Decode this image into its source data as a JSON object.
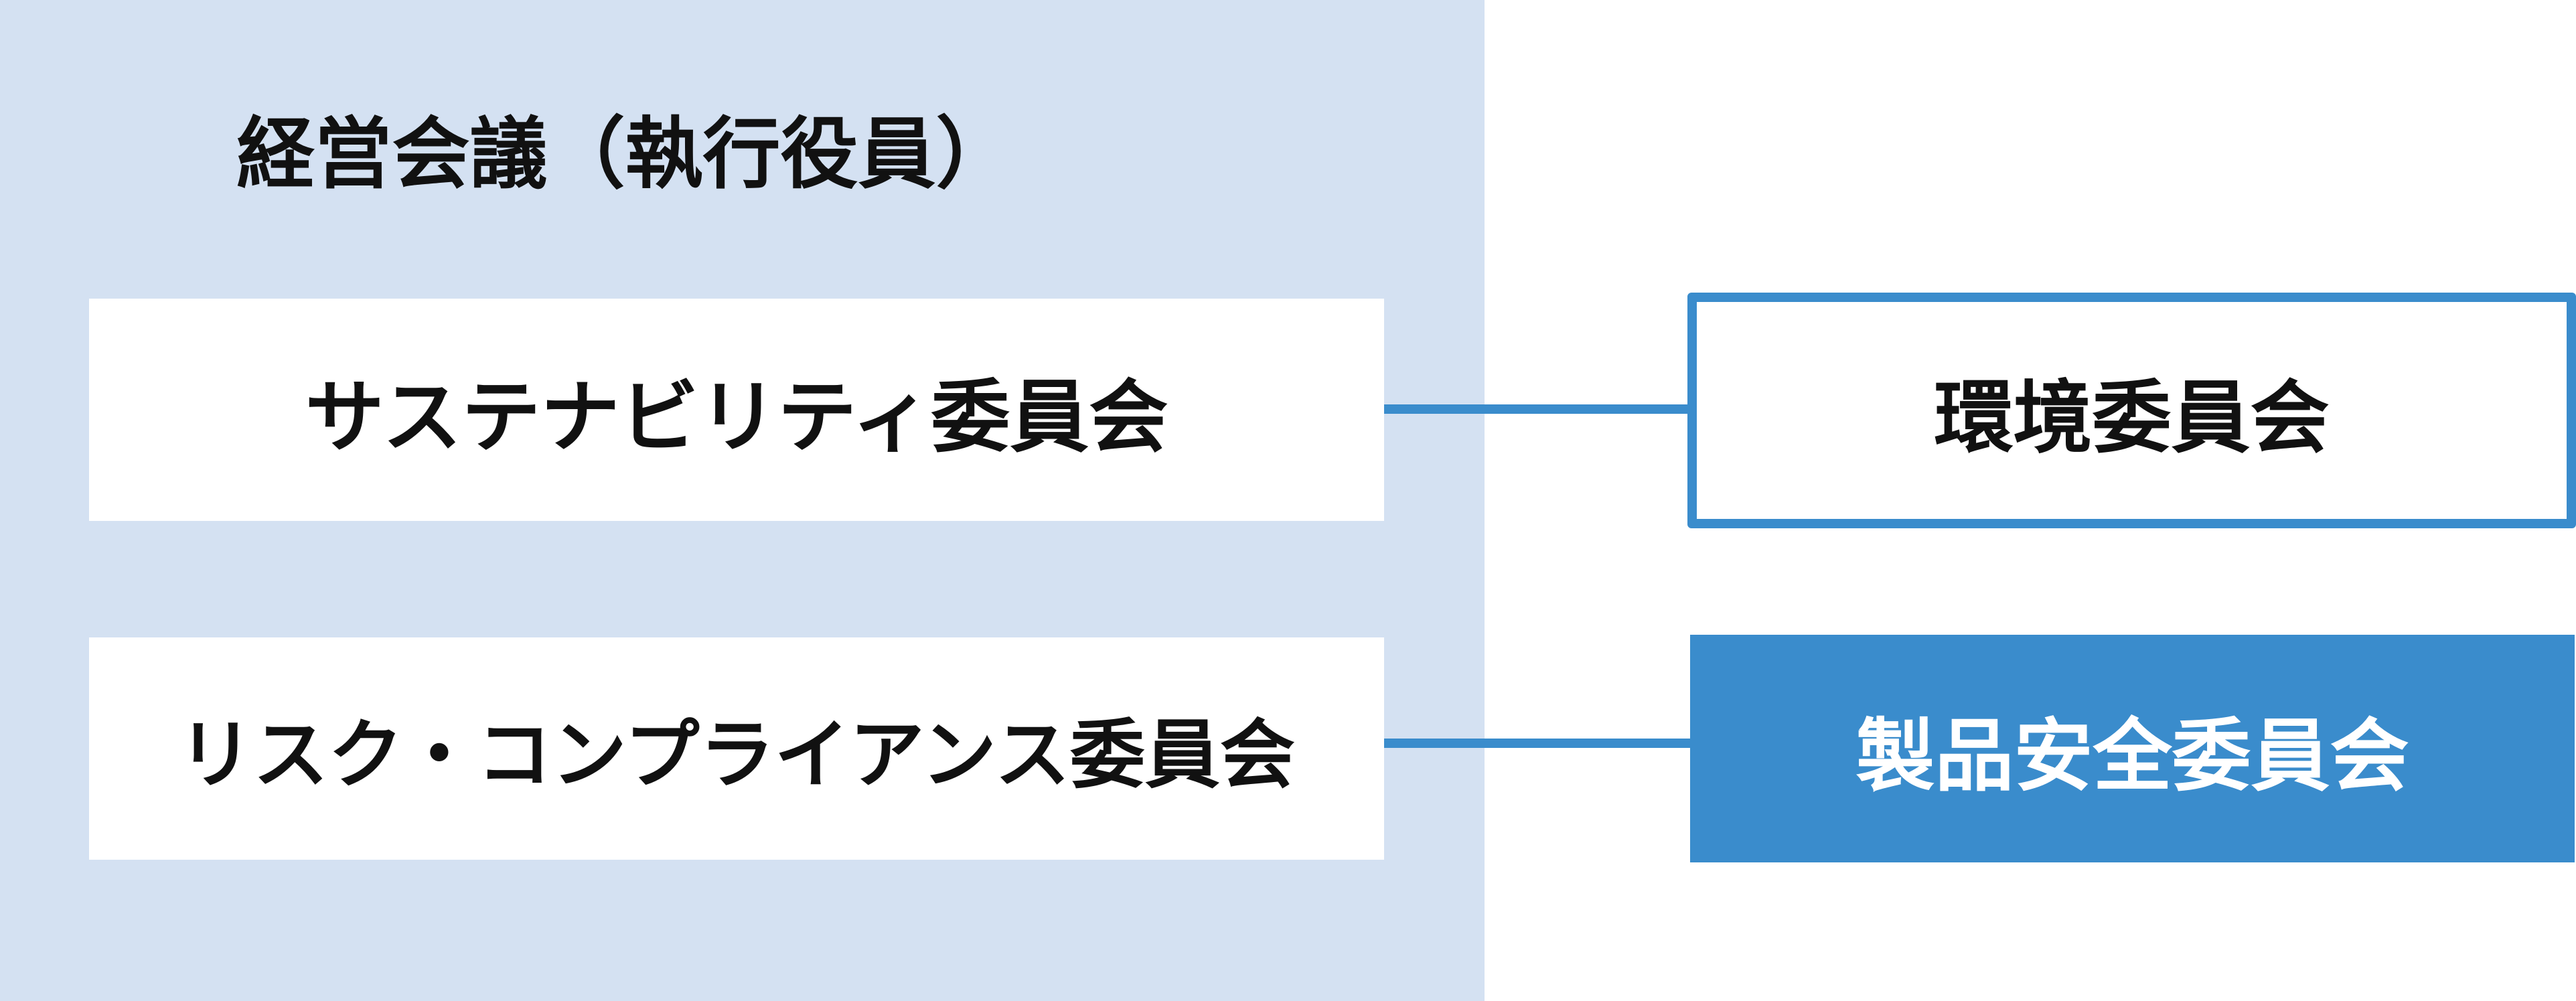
{
  "management_panel": {
    "title": "経営会議（執行役員）",
    "committees": [
      "サステナビリティ委員会",
      "リスク・コンプライアンス委員会"
    ]
  },
  "sub_committees": [
    "環境委員会",
    "製品安全委員会"
  ],
  "colors": {
    "panel_background": "#d4e1f2",
    "accent_blue": "#3a8ccc",
    "box_white": "#ffffff",
    "text_dark": "#111111"
  }
}
